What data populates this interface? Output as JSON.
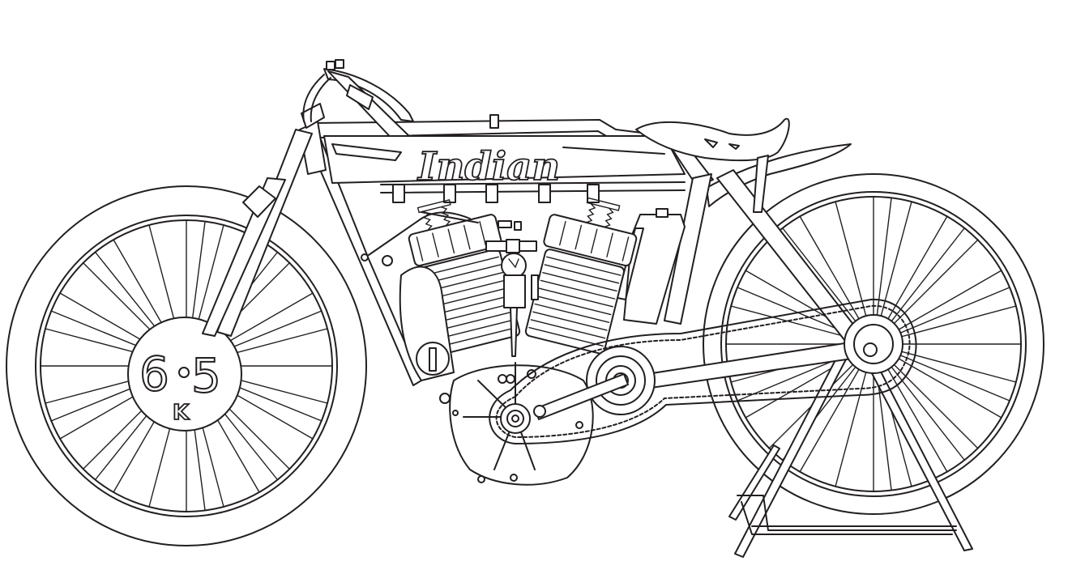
{
  "illustration": {
    "subject": "Vintage Indian board-track racing motorcycle line drawing",
    "style": "black outline on white",
    "colors": {
      "line": "#231f20",
      "background": "#ffffff"
    }
  },
  "tank": {
    "brand_text": "Indian"
  },
  "number_plate": {
    "digit_left": "6",
    "digit_right": "5",
    "letter": "K"
  },
  "parts": {
    "front_wheel": "front-wheel",
    "rear_wheel": "rear-wheel",
    "engine": "v-twin-engine",
    "chain": "drive-chain",
    "seat": "saddle",
    "stand": "rear-stand",
    "handlebar": "handlebar",
    "oil_tank": "oil-tank",
    "rear_fender": "rear-fender"
  }
}
